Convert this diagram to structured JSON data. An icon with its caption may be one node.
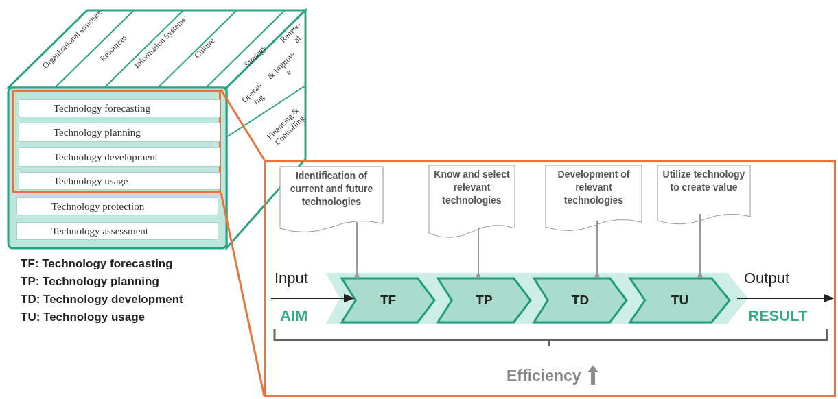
{
  "diagram": {
    "nodes": [
      {
        "text": [],
        "shape": "box"
      },
      {
        "text": [
          "Technology forecasting"
        ],
        "in": 0
      },
      {
        "text": [
          "Technology planning"
        ],
        "in": 0
      },
      {
        "text": [
          "Technology development"
        ],
        "in": 0
      },
      {
        "text": [
          "Technology usage"
        ],
        "in": 0
      },
      {
        "text": [
          "Technology protection"
        ]
      },
      {
        "text": [
          "Technology assessment"
        ]
      },
      {
        "text": [
          "Organizational structure"
        ]
      },
      {
        "text": [
          "Resources"
        ]
      },
      {
        "text": [
          "Information Systems"
        ]
      },
      {
        "text": [
          "Culture"
        ]
      },
      {
        "text": [
          "Strategy"
        ]
      },
      {
        "text": [
          "Operat- ing"
        ]
      },
      {
        "text": [
          "& Improv- e"
        ]
      },
      {
        "text": [
          "Renew- al"
        ]
      },
      {
        "text": [
          "Financing & Controlling"
        ]
      },
      {
        "text": [],
        "shape": "box"
      },
      {
        "text": [
          "Identification of current and future technologies"
        ],
        "in": 16
      },
      {
        "text": [
          "Know and select relevant technologies"
        ],
        "in": 16
      },
      {
        "text": [
          "Development of relevant technologies"
        ],
        "in": 16
      },
      {
        "text": [
          "Utilize technology to create value"
        ],
        "in": 16
      },
      {
        "text": [
          "TF"
        ],
        "in": 16
      },
      {
        "text": [
          "TP"
        ],
        "in": 16
      },
      {
        "text": [
          "TD"
        ],
        "in": 16
      },
      {
        "text": [
          "TU"
        ],
        "in": 16
      }
    ],
    "edges": [
      {
        "from": 0,
        "to": 16,
        "arrow": "none",
        "color": "#e8743b"
      },
      {
        "from": 0,
        "to": 16,
        "arrow": "none",
        "color": "#e8743b"
      },
      {
        "from": 17,
        "to": 21,
        "arrow": "other"
      },
      {
        "from": 18,
        "to": 22,
        "arrow": "other"
      },
      {
        "from": 19,
        "to": 23,
        "arrow": "other"
      },
      {
        "from": 20,
        "to": 24,
        "arrow": "other"
      },
      {
        "from": null,
        "to": 21,
        "arrow": "to",
        "label": "Input",
        "color": "#222222"
      },
      {
        "from": 24,
        "to": null,
        "arrow": "to",
        "label": "Output",
        "color": "#222222"
      }
    ],
    "labels": [
      "AIM",
      "RESULT",
      "Efficiency",
      "TF: Technology forecasting",
      "TP: Technology planning",
      "TD: Technology development",
      "TU: Technology usage"
    ]
  }
}
